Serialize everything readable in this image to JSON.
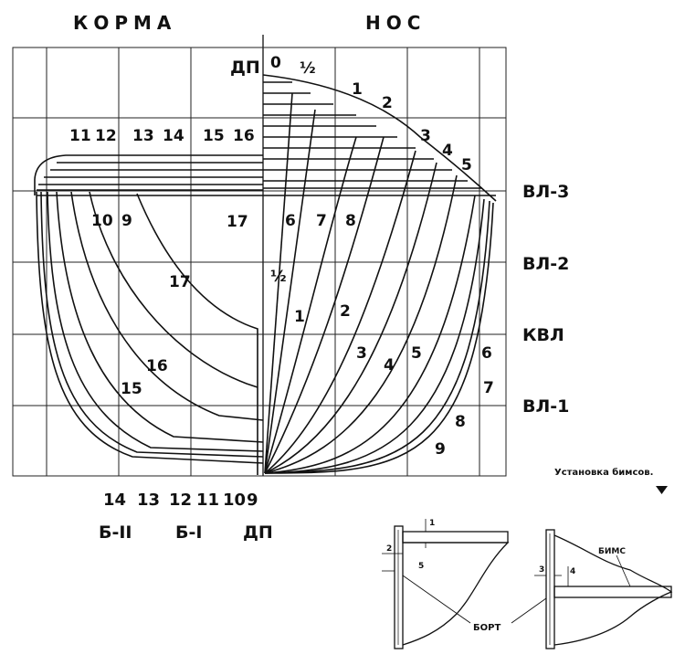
{
  "headings": {
    "stern": "КОРМА",
    "bow": "НОС"
  },
  "centerline_label": "ДП",
  "waterlines": [
    "ВЛ-3",
    "ВЛ-2",
    "КВЛ",
    "ВЛ-1"
  ],
  "stern_stations_top": [
    "11",
    "12",
    "13",
    "14",
    "15",
    "16"
  ],
  "stern_stations_mid": [
    "10",
    "9",
    "17",
    "17",
    "16",
    "15"
  ],
  "bow_stations_top": [
    "0",
    "½",
    "1",
    "2",
    "3",
    "4",
    "5"
  ],
  "bow_stations_mid": [
    "6",
    "7",
    "8"
  ],
  "bow_stations_low": [
    "½",
    "1",
    "2",
    "3",
    "4",
    "5",
    "6",
    "7",
    "8",
    "9"
  ],
  "bottom_stations": [
    "14",
    "13",
    "12",
    "11",
    "10",
    "9"
  ],
  "buttocks": [
    "Б-II",
    "Б-I",
    "ДП"
  ],
  "beam_caption": "Установка бимсов.",
  "detail": {
    "dims_left": [
      "1",
      "2",
      "5"
    ],
    "dims_right": [
      "3",
      "4"
    ],
    "beam_label": "БИМС",
    "side_label": "БОРТ"
  }
}
